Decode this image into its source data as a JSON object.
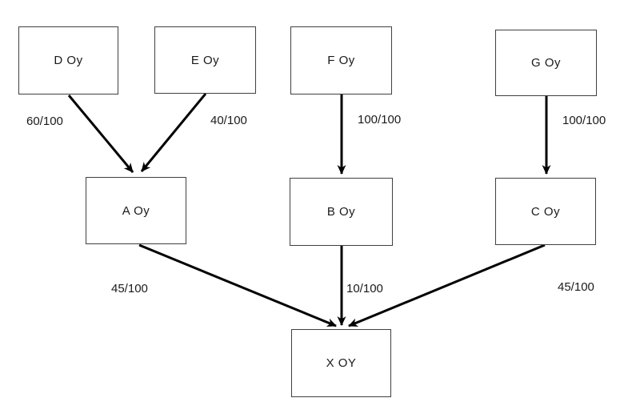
{
  "diagram": {
    "type": "ownership-structure",
    "colors": {
      "background": "#ffffff",
      "box_border": "#404040",
      "arrow": "#000000",
      "text": "#1a1a1a"
    },
    "nodes": [
      {
        "id": "D",
        "label": "D Oy"
      },
      {
        "id": "E",
        "label": "E Oy"
      },
      {
        "id": "F",
        "label": "F Oy"
      },
      {
        "id": "G",
        "label": "G Oy"
      },
      {
        "id": "A",
        "label": "A Oy"
      },
      {
        "id": "B",
        "label": "B Oy"
      },
      {
        "id": "C",
        "label": "C Oy"
      },
      {
        "id": "X",
        "label": "X OY"
      }
    ],
    "edges": [
      {
        "from": "D",
        "to": "A",
        "label": "60/100"
      },
      {
        "from": "E",
        "to": "A",
        "label": "40/100"
      },
      {
        "from": "F",
        "to": "B",
        "label": "100/100"
      },
      {
        "from": "G",
        "to": "C",
        "label": "100/100"
      },
      {
        "from": "A",
        "to": "X",
        "label": "45/100"
      },
      {
        "from": "B",
        "to": "X",
        "label": "10/100"
      },
      {
        "from": "C",
        "to": "X",
        "label": "45/100"
      }
    ]
  }
}
